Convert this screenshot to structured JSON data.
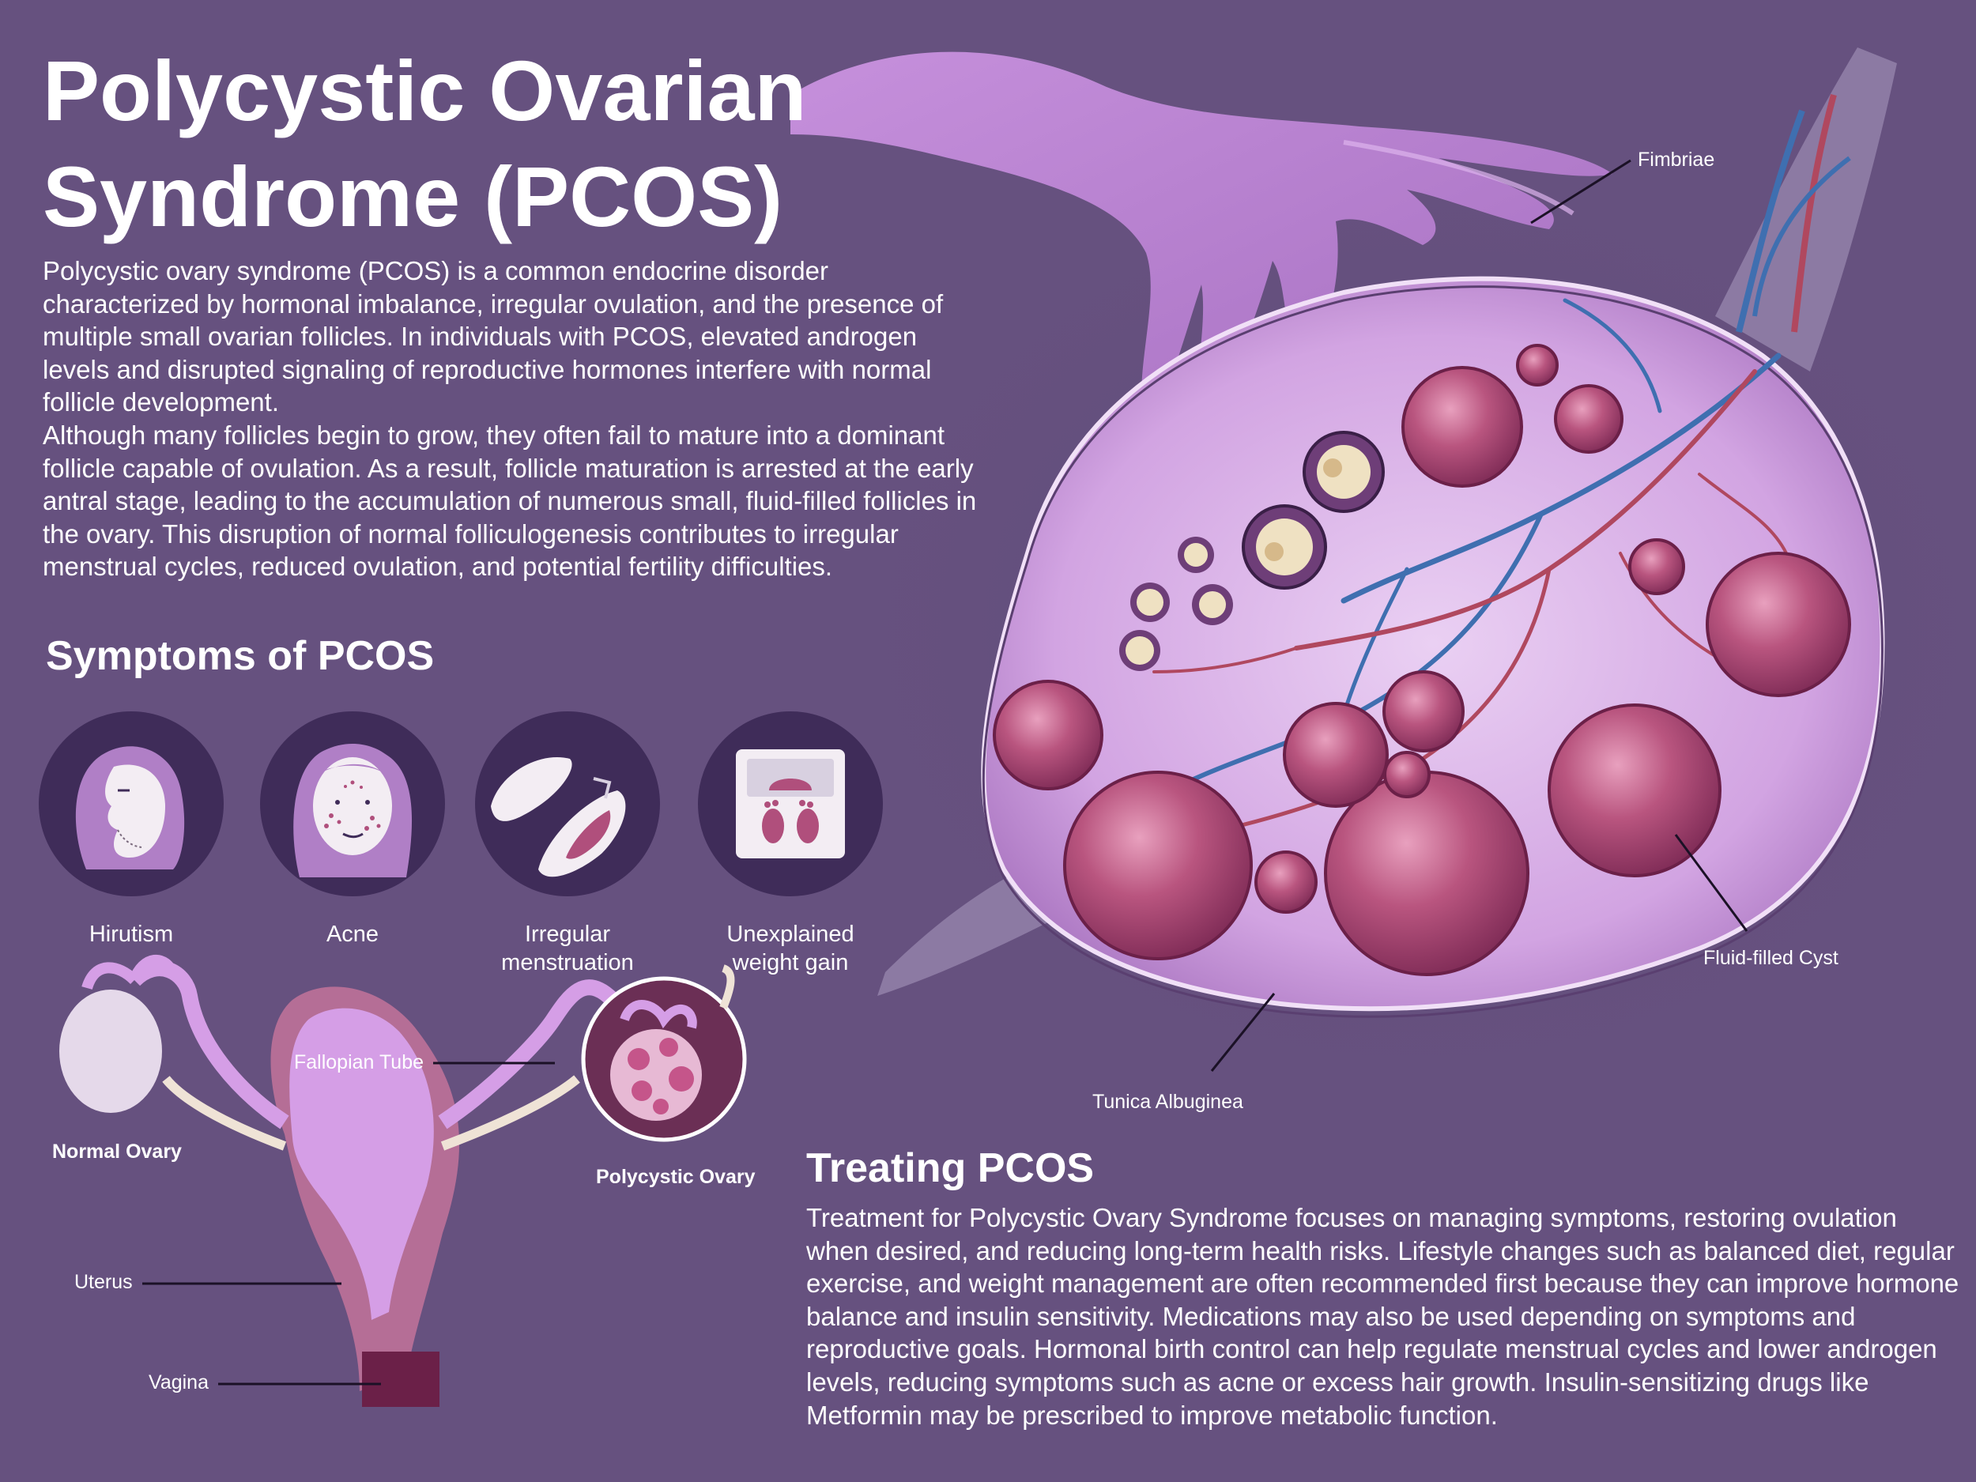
{
  "title": {
    "line1": "Polycystic Ovarian",
    "line2": "Syndrome (PCOS)"
  },
  "intro": {
    "paragraph1": "Polycystic ovary syndrome (PCOS) is a common endocrine disorder characterized by hormonal imbalance, irregular ovulation, and the presence of multiple small ovarian follicles. In individuals with PCOS, elevated androgen levels and disrupted signaling of reproductive hormones interfere with normal follicle development.",
    "paragraph2": "Although many follicles begin to grow, they often fail to mature into a dominant follicle capable of ovulation. As a result, follicle maturation is arrested at the early antral stage, leading to the accumulation of numerous small, fluid-filled follicles in the ovary. This disruption of normal folliculogenesis contributes to irregular menstrual cycles, reduced ovulation, and potential fertility difficulties."
  },
  "symptoms": {
    "heading": "Symptoms of PCOS",
    "items": [
      {
        "label": "Hirutism",
        "icon": "hirsutism-face-icon"
      },
      {
        "label": "Acne",
        "icon": "acne-face-icon"
      },
      {
        "label": "Irregular menstruation",
        "icon": "menstrual-pad-icon"
      },
      {
        "label": "Unexplained weight gain",
        "icon": "weight-scale-icon"
      }
    ]
  },
  "anatomy_labels": {
    "fimbriae": "Fimbriae",
    "fluid_filled_cyst": "Fluid-filled Cyst",
    "tunica_albuginea": "Tunica Albuginea",
    "fallopian_tube": "Fallopian Tube",
    "normal_ovary": "Normal Ovary",
    "polycystic_ovary": "Polycystic Ovary",
    "uterus": "Uterus",
    "vagina": "Vagina"
  },
  "treatment": {
    "heading": "Treating PCOS",
    "text": "Treatment for Polycystic Ovary Syndrome focuses on managing symptoms, restoring ovulation when desired, and reducing long-term health risks. Lifestyle changes such as balanced diet, regular exercise, and weight management are often recommended first because they can improve hormone balance and insulin sensitivity. Medications may also be used depending on symptoms and reproductive goals. Hormonal birth control can help regulate menstrual cycles and lower androgen levels, reducing symptoms such as acne or excess hair growth. Insulin-sensitizing drugs like Metformin may be prescribed to improve metabolic function."
  },
  "colors": {
    "background": "#66517f",
    "dark_circle": "#3f2c59",
    "ovary": "#d5a8e6",
    "cyst": "#b04f7c",
    "text": "#ffffff"
  }
}
